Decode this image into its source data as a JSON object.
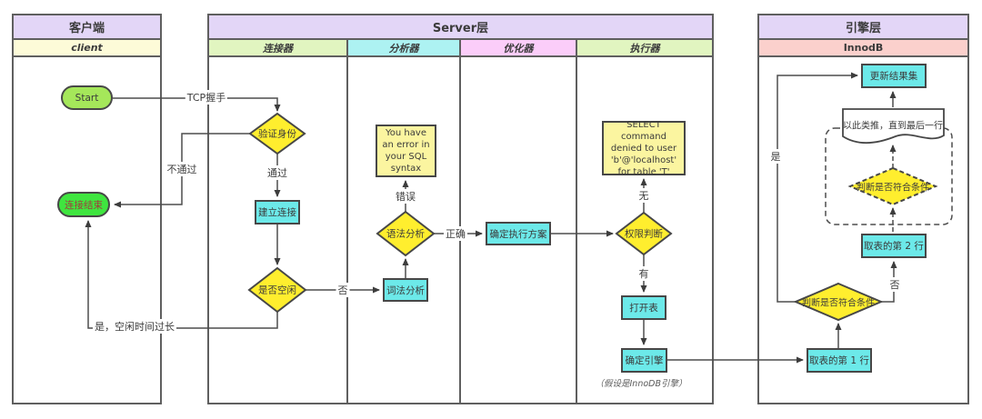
{
  "lanes": {
    "client": {
      "title": "客户端",
      "subtitle": "client"
    },
    "server": {
      "title": "Server层",
      "sublanes": [
        {
          "label": "连接器"
        },
        {
          "label": "分析器"
        },
        {
          "label": "优化器"
        },
        {
          "label": "执行器"
        }
      ]
    },
    "engine": {
      "title": "引擎层",
      "subtitle": "InnodB"
    }
  },
  "nodes": {
    "start": {
      "label": "Start",
      "type": "start"
    },
    "conn_end": {
      "label": "连接结束",
      "type": "end"
    },
    "verify": {
      "label": "验证身份",
      "type": "decision"
    },
    "establish": {
      "label": "建立连接",
      "type": "process"
    },
    "idle": {
      "label": "是否空闲",
      "type": "decision"
    },
    "lexical": {
      "label": "词法分析",
      "type": "process"
    },
    "syntax": {
      "label": "语法分析",
      "type": "decision"
    },
    "error_note": {
      "label": "You have an error in your SQL syntax",
      "type": "note"
    },
    "plan": {
      "label": "确定执行方案",
      "type": "process"
    },
    "perm": {
      "label": "权限判断",
      "type": "decision"
    },
    "denied_note": {
      "label": "SELECT command denied to user 'b'@'localhost' for table 'T'",
      "type": "note"
    },
    "open_table": {
      "label": "打开表",
      "type": "process"
    },
    "engine_pick": {
      "label": "确定引擎",
      "type": "process"
    },
    "engine_note": {
      "label": "（假设是InnoDB引擎）",
      "type": "annotation"
    },
    "update_result": {
      "label": "更新结果集",
      "type": "process"
    },
    "doc_note": {
      "label": "以此类推，直到最后一行",
      "type": "document"
    },
    "loop_check": {
      "label": "判断是否符合条件",
      "type": "decision-dashed"
    },
    "row2": {
      "label": "取表的第 2 行",
      "type": "process"
    },
    "match_check": {
      "label": "判断是否符合条件",
      "type": "decision"
    },
    "row1": {
      "label": "取表的第 1 行",
      "type": "process"
    }
  },
  "edge_labels": {
    "tcp": "TCP握手",
    "pass": "通过",
    "fail": "不通过",
    "idle_no": "否",
    "idle_yes": "是，空闲时间过长",
    "error": "错误",
    "correct": "正确",
    "perm_no": "无",
    "perm_yes": "有",
    "match_no": "否",
    "match_yes": "是"
  },
  "colors": {
    "lane_header": "#e3d6f7",
    "client_sub": "#fdfbd8",
    "connector_sub": "#e1f5c0",
    "analyzer_sub": "#adf2f2",
    "optimizer_sub": "#fbcdf9",
    "executor_sub": "#e1f5c0",
    "innodb_sub": "#fbd0cc",
    "process_box": "#6ce9e9",
    "decision_diamond": "#ffee2e",
    "note_box": "#fbf5a0",
    "start_node": "#a5e75a",
    "end_node": "#3fe53f",
    "end_node_text": "#a03c3c",
    "line": "#4d4d4d"
  }
}
